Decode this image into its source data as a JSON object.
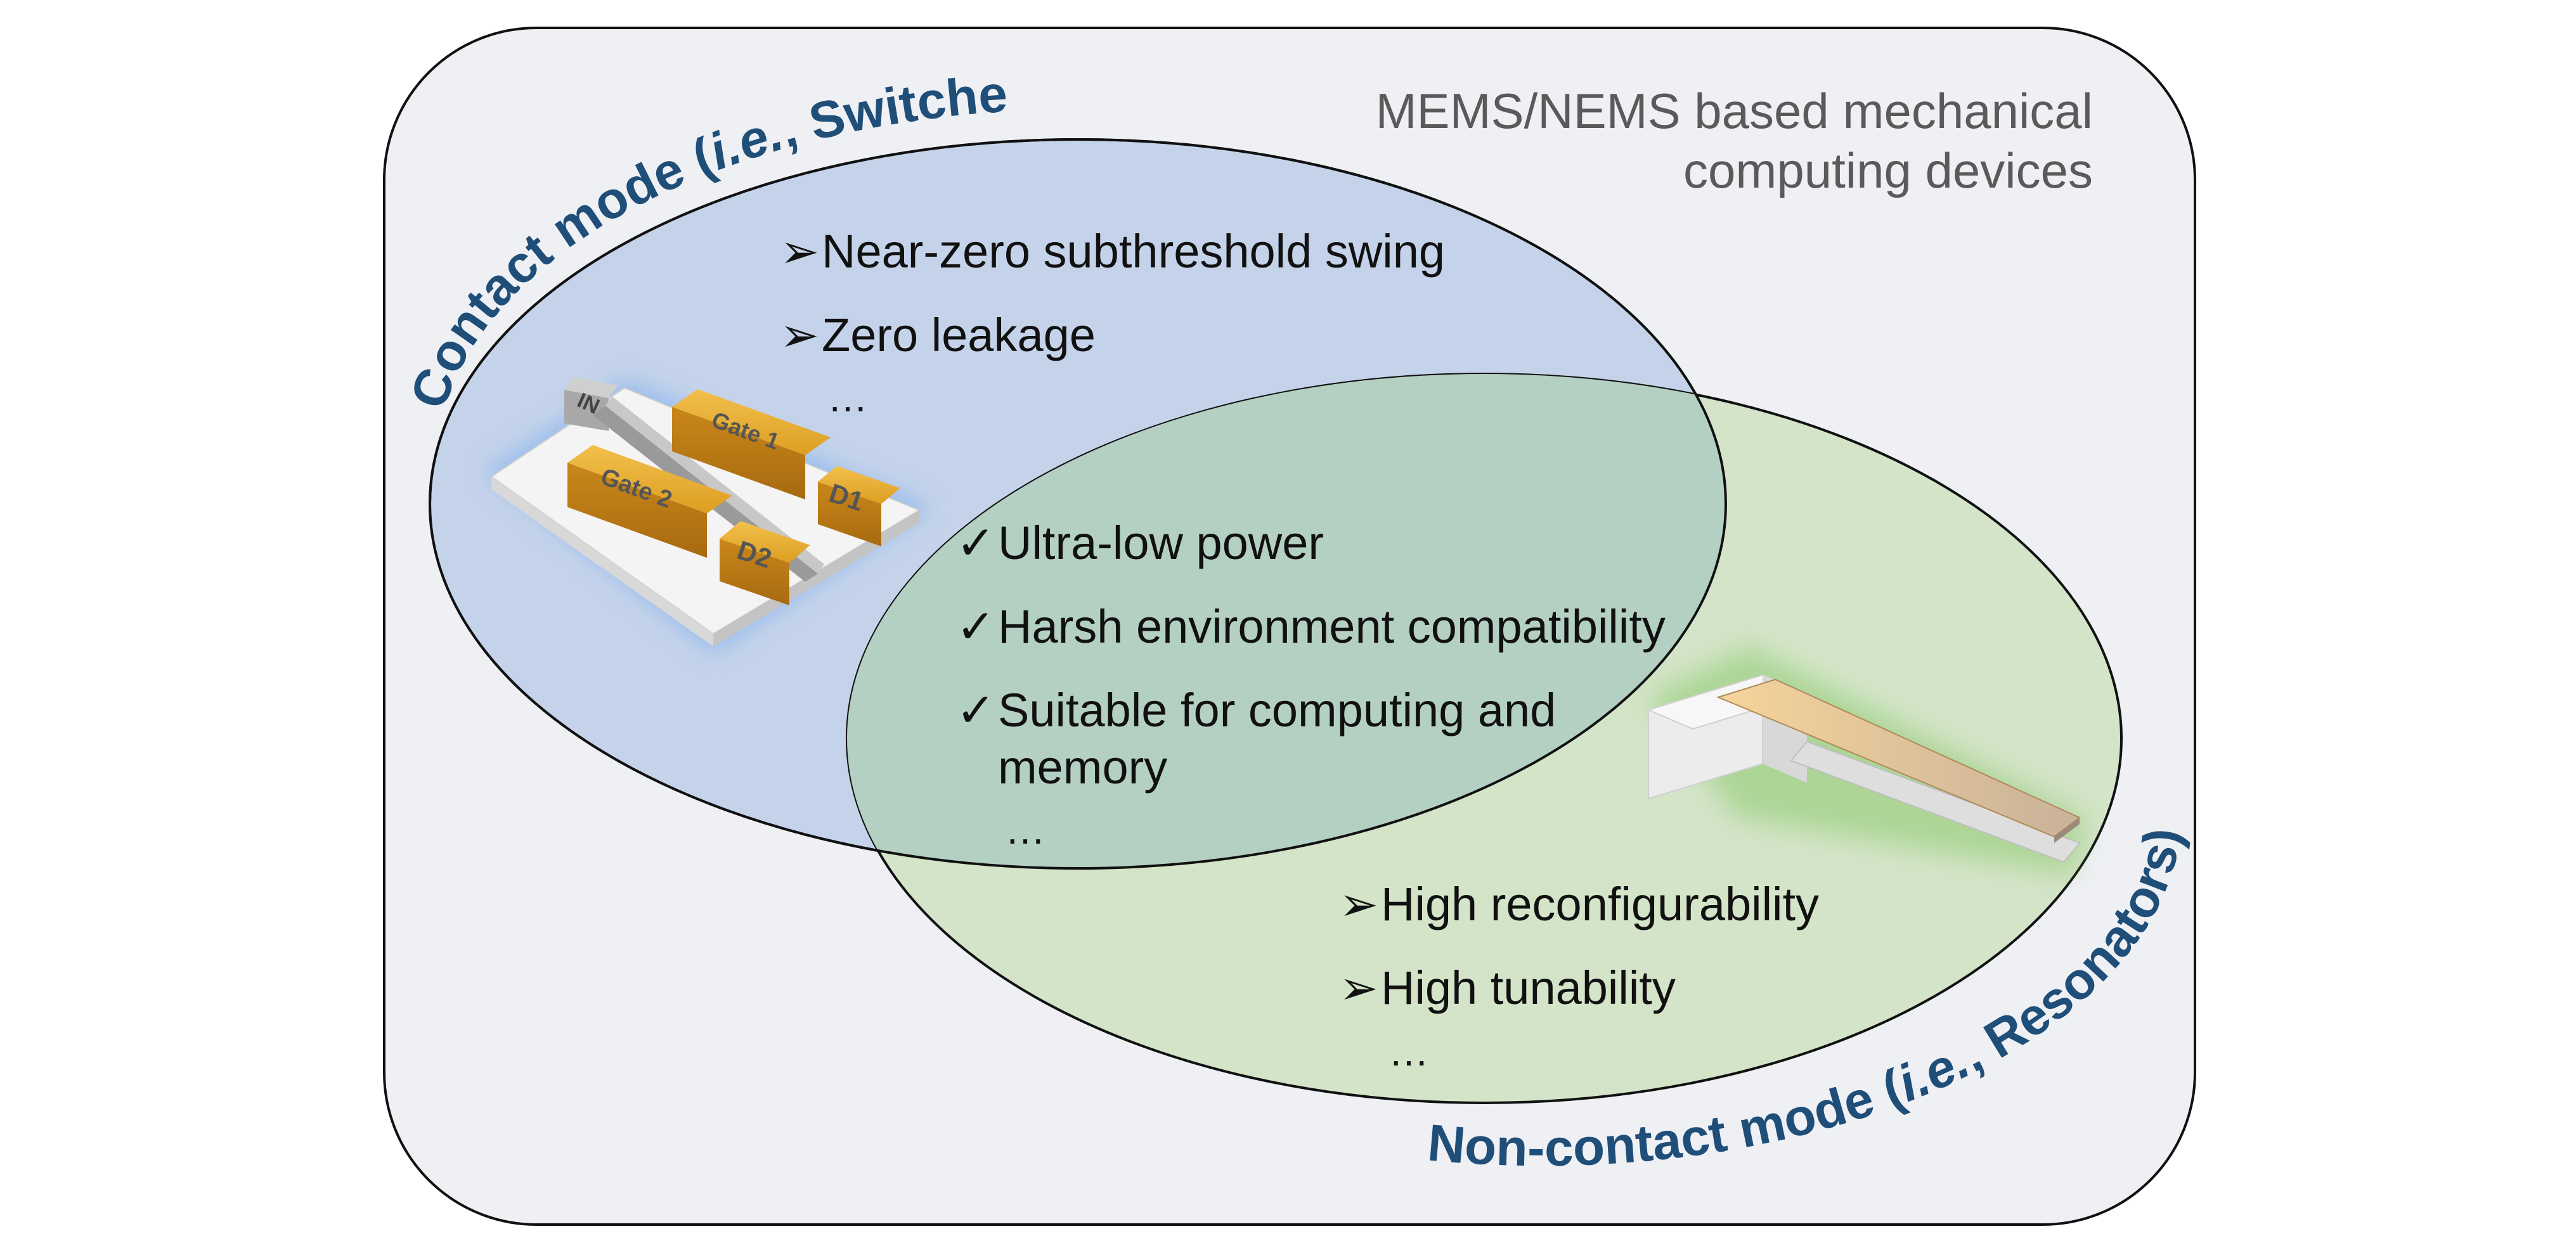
{
  "frame_title_line1": "MEMS/NEMS based mechanical",
  "frame_title_line2": "computing devices",
  "contact_mode": {
    "label_main": "Contact mode (",
    "label_italic": "i.e.",
    "label_rest": ", Switches)",
    "items": [
      "Near-zero subthreshold swing",
      "Zero leakage"
    ],
    "ellipsis": "…"
  },
  "noncontact_mode": {
    "label_main": "Non-contact mode (",
    "label_italic": "i.e.",
    "label_rest": ", Resonators)",
    "items": [
      "High reconfigurability",
      "High tunability"
    ],
    "ellipsis": "…"
  },
  "shared": {
    "items": [
      "Ultra-low power",
      "Harsh environment compatibility",
      "Suitable for computing and memory"
    ],
    "ellipsis": "…"
  },
  "switch_device": {
    "in_label": "IN",
    "gate1": "Gate 1",
    "gate2": "Gate 2",
    "d1": "D1",
    "d2": "D2"
  },
  "bullets": {
    "arrow": "➢",
    "check": "✓"
  },
  "colors": {
    "frame_fill": "#eff0f4",
    "contact_fill": "#c5d3ea",
    "noncontact_fill": "#d3e4c8",
    "overlap_fill": "#b4d0c3",
    "label_blue": "#1f4e79",
    "gold": "#e0a023"
  }
}
